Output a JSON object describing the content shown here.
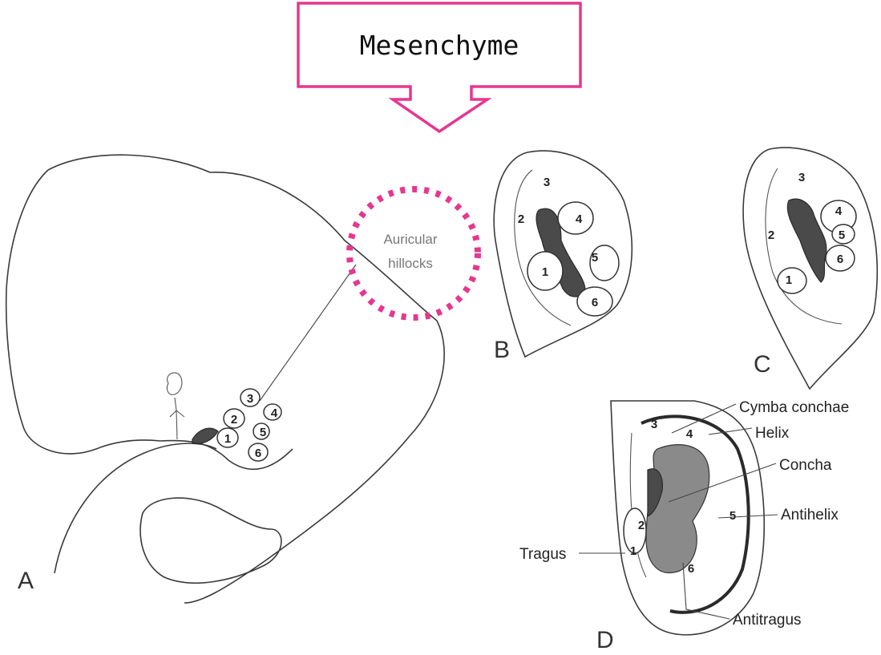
{
  "callout": {
    "title": "Mesenchyme",
    "color": "#e6378f"
  },
  "highlight": {
    "label_line1": "Auricular",
    "label_line2": "hillocks",
    "color": "#e6378f"
  },
  "panels": {
    "a": "A",
    "b": "B",
    "c": "C",
    "d": "D"
  },
  "hillock_numbers": [
    "1",
    "2",
    "3",
    "4",
    "5",
    "6"
  ],
  "panel_d_labels": {
    "cymba_conchae": "Cymba conchae",
    "helix": "Helix",
    "concha": "Concha",
    "antihelix": "Antihelix",
    "tragus": "Tragus",
    "antitragus": "Antitragus"
  }
}
